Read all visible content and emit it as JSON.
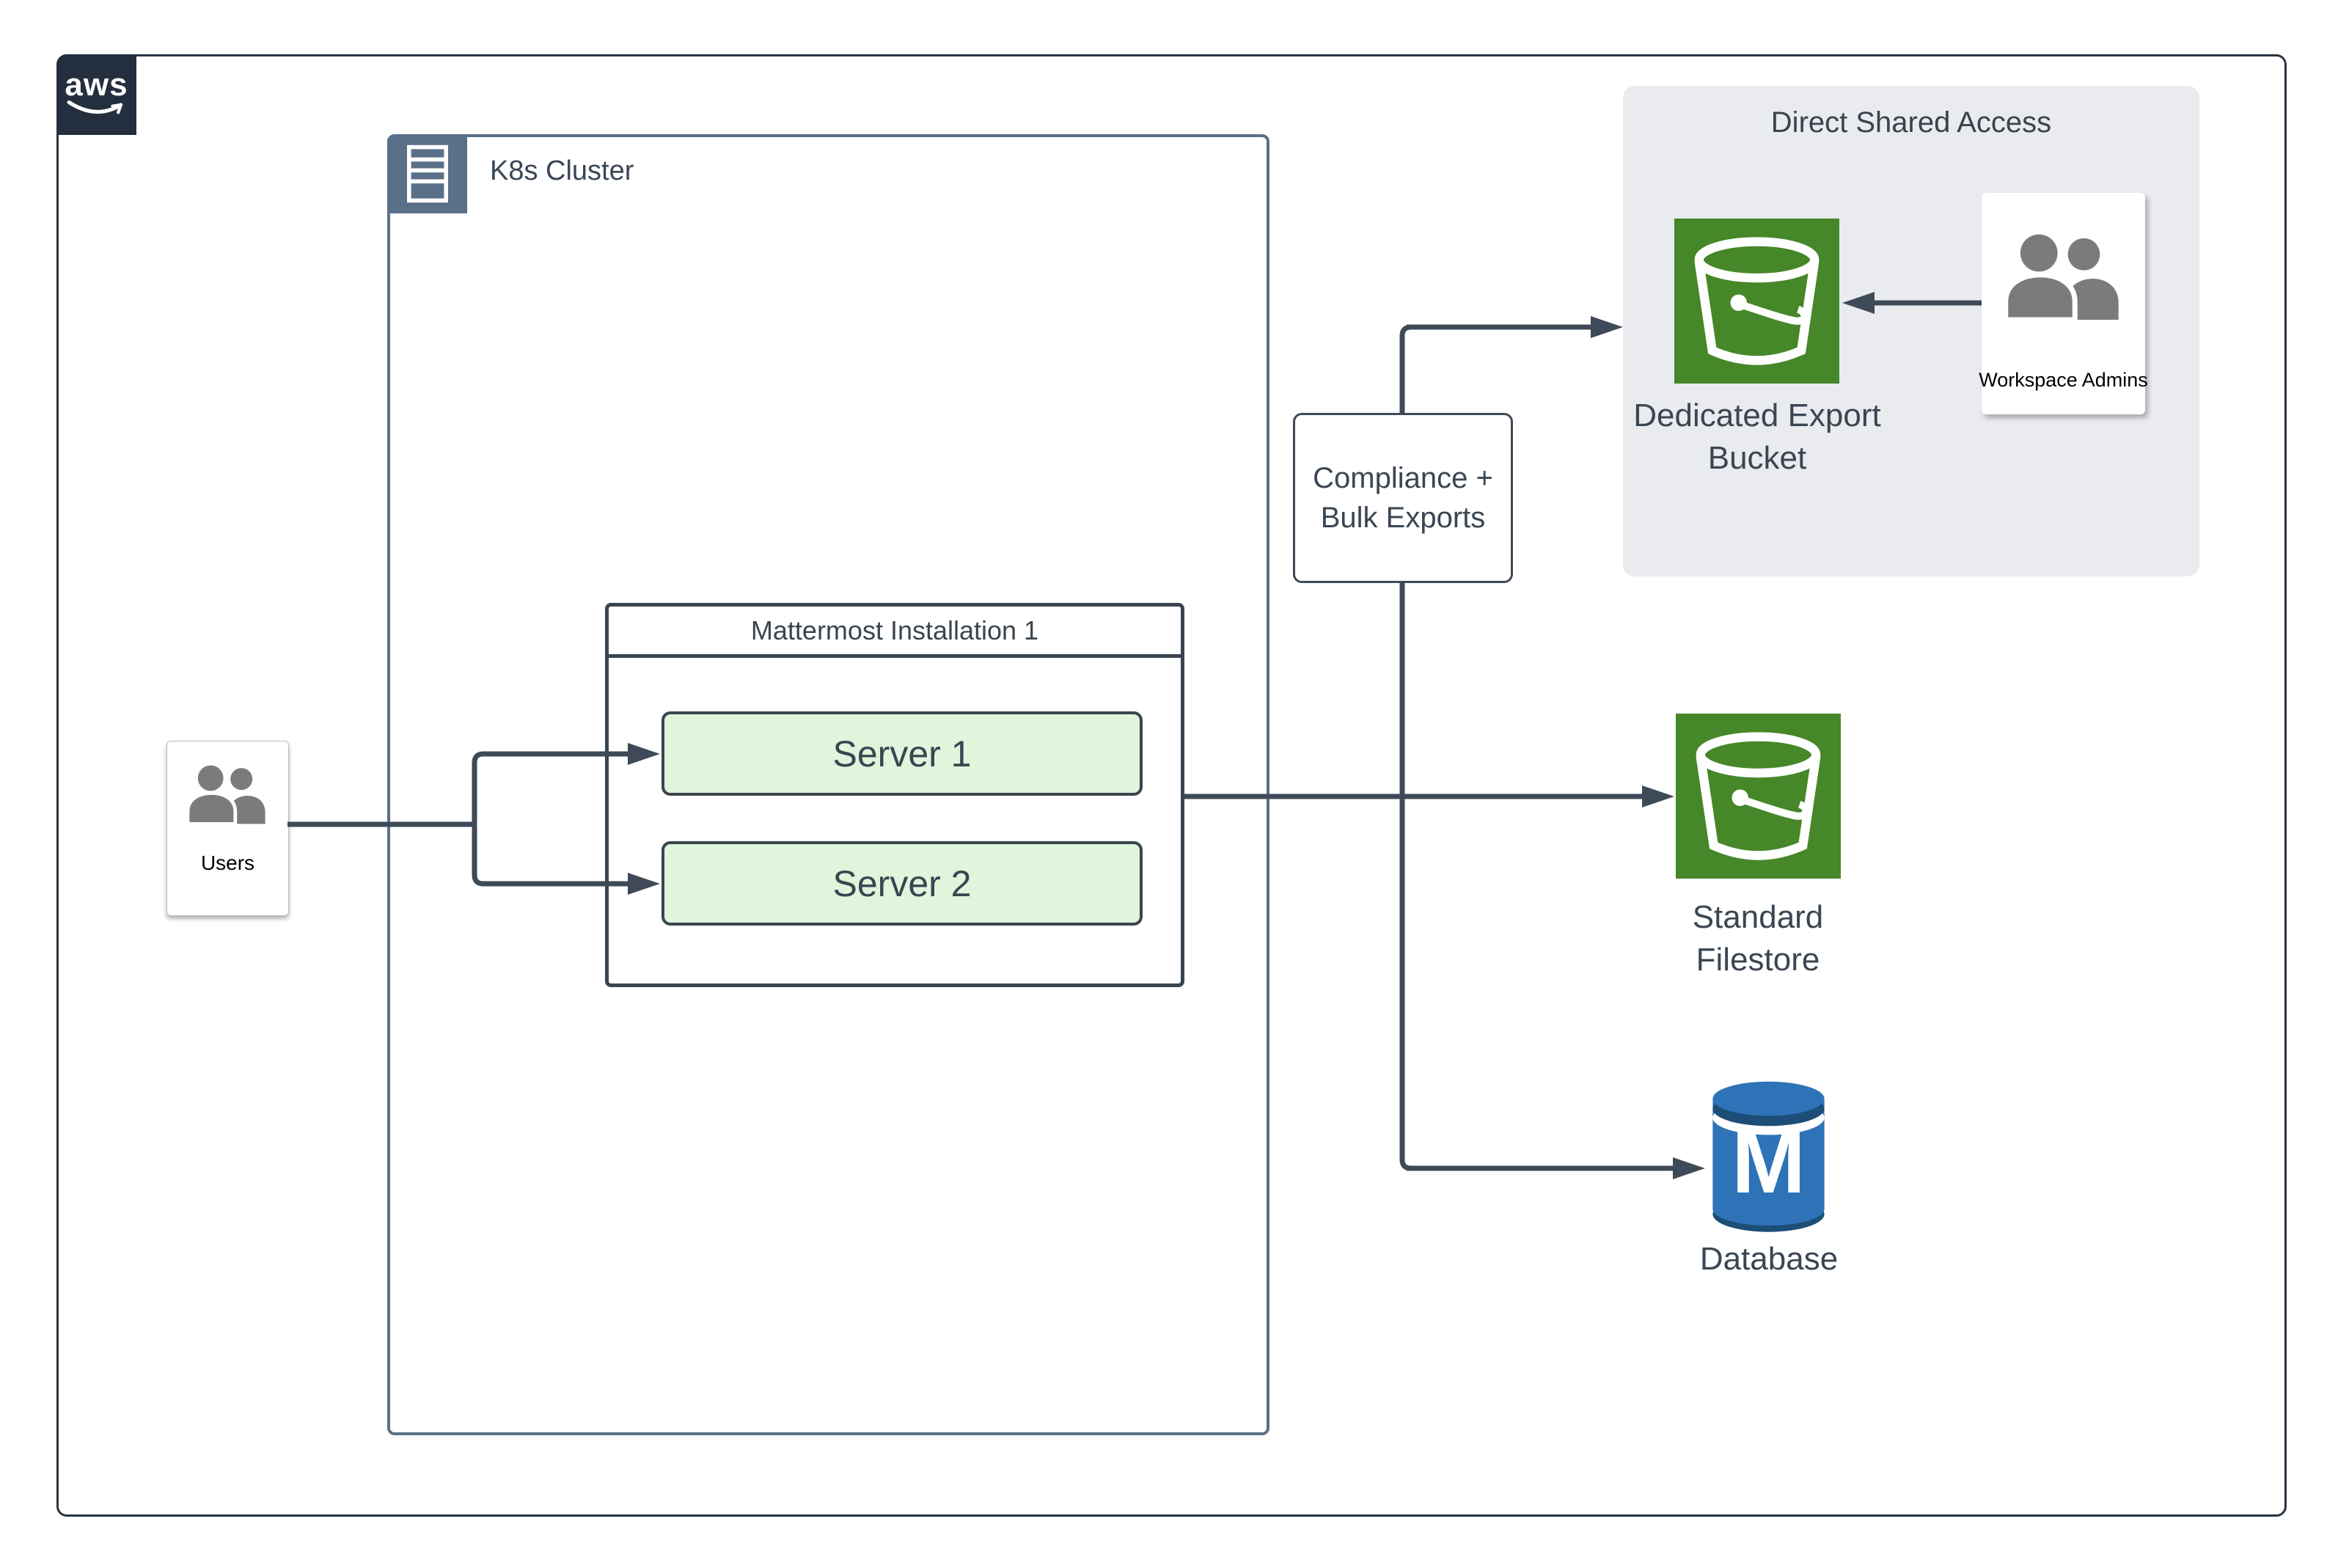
{
  "aws_badge": {
    "word": "aws"
  },
  "k8s": {
    "label": "K8s Cluster"
  },
  "users": {
    "label": "Users"
  },
  "mattermost": {
    "title": "Mattermost Installation 1",
    "servers": [
      {
        "label": "Server 1"
      },
      {
        "label": "Server 2"
      }
    ]
  },
  "compliance": {
    "label": "Compliance +\nBulk Exports"
  },
  "shared_access": {
    "title": "Direct Shared Access",
    "bucket_label": "Dedicated Export\nBucket",
    "admins_label": "Workspace Admins"
  },
  "filestore": {
    "label": "Standard\nFilestore"
  },
  "database": {
    "label": "Database",
    "monogram": "M"
  },
  "colors": {
    "connector": "#3E4A57",
    "k8s_border": "#5A7089",
    "navy": "#232F3E",
    "s3_green": "#468729",
    "server_fill": "#DFF5DC",
    "panel_gray": "#E9EBEE",
    "db_blue": "#2E73B8",
    "db_dark": "#1C4E77"
  }
}
